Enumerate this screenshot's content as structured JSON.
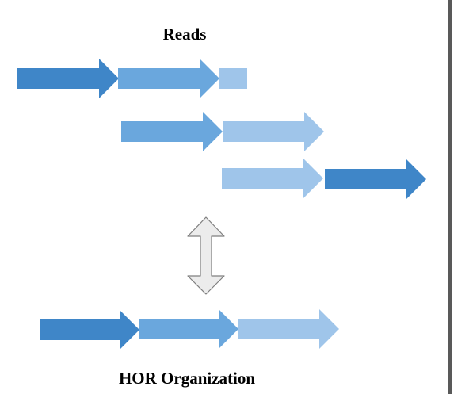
{
  "titles": {
    "reads": "Reads",
    "hor_organization": "HOR Organization"
  },
  "colors": {
    "dark_blue": "#3f86c8",
    "medium_blue": "#6aa7dd",
    "light_blue": "#9fc5ea",
    "double_arrow_fill": "#ececec",
    "double_arrow_stroke": "#7f7f7f",
    "border": "#595959"
  },
  "reads": [
    [
      "dark_blue",
      "medium_blue",
      "light_blue"
    ],
    [
      "medium_blue",
      "light_blue"
    ],
    [
      "light_blue",
      "dark_blue"
    ]
  ],
  "hor_organization": [
    "dark_blue",
    "medium_blue",
    "light_blue"
  ],
  "icons": [
    "double-arrow-icon"
  ]
}
